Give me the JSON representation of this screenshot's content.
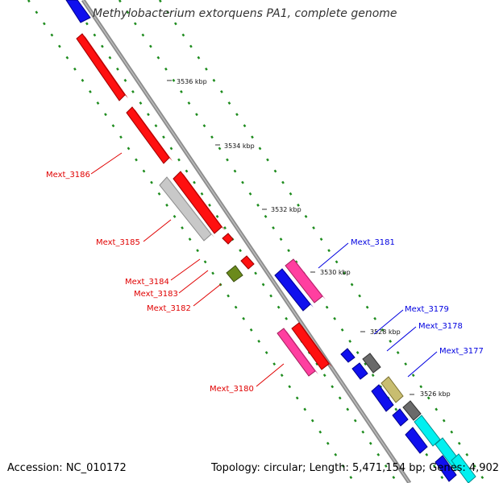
{
  "title": "Methylobacterium extorquens PA1, complete genome",
  "footer": {
    "accession": "Accession: NC_010172",
    "summary": "Topology: circular; Length: 5,471,154 bp; Genes: 4,902"
  },
  "ticks": [
    "3536 kbp",
    "3534 kbp",
    "3532 kbp",
    "3530 kbp",
    "3528 kbp",
    "3526 kbp"
  ],
  "gene_labels": {
    "reverse": [
      "Mext_3186",
      "Mext_3185",
      "Mext_3184",
      "Mext_3183",
      "Mext_3182",
      "Mext_3180"
    ],
    "forward": [
      "Mext_3181",
      "Mext_3179",
      "Mext_3178",
      "Mext_3177"
    ]
  },
  "colors": {
    "reverse_strand": "#ff0000",
    "forward_strand": "#0000ff",
    "label_reverse": "#e00000",
    "label_forward": "#0000e0",
    "backbone": "#8c8c8c",
    "tick": "#1e8c1e"
  }
}
